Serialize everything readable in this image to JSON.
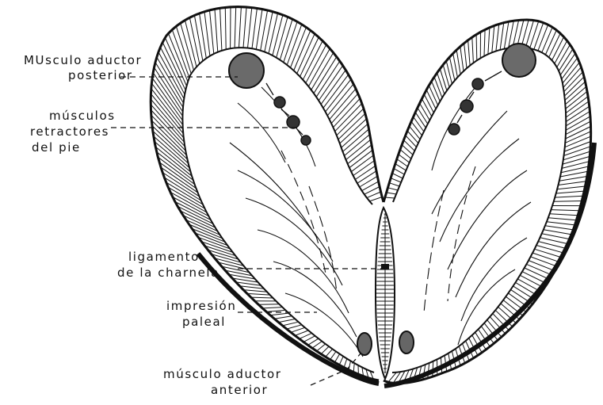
{
  "labels": {
    "posterior_adductor_l1": "MUsculo aductor",
    "posterior_adductor_l2": "posterior",
    "retractors_l1": "músculos",
    "retractors_l2": "retractores",
    "retractors_l3": "del pie",
    "ligament_l1": "ligamento",
    "ligament_l2": "de la charnela",
    "pallial_l1": "impresión",
    "pallial_l2": "paleal",
    "anterior_adductor_l1": "músculo aductor",
    "anterior_adductor_l2": "anterior"
  },
  "colors": {
    "ink": "#111111",
    "paper": "#ffffff"
  }
}
